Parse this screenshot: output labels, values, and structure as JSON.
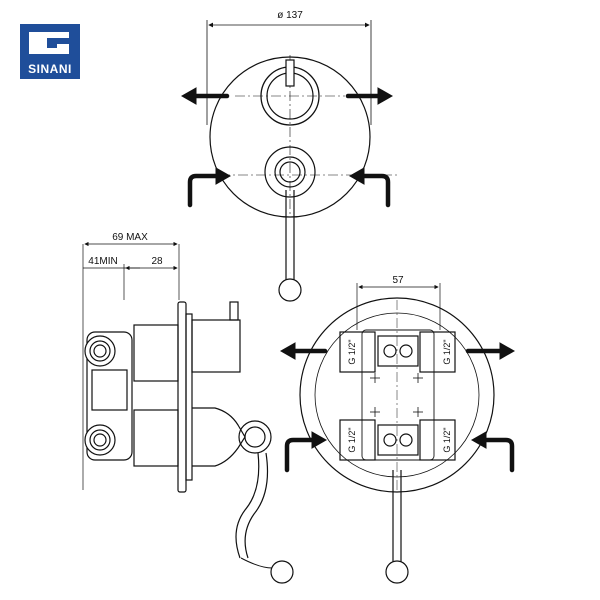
{
  "brand": {
    "name": "SINANI",
    "color": "#1f4e9a"
  },
  "dimensions": {
    "plate_diameter": "ø 137",
    "max_depth": "69 MAX",
    "min_depth": "41MIN",
    "range": "28",
    "connection_spacing": "57"
  },
  "connections": {
    "top_left": "G 1/2\"",
    "top_right": "G 1/2\"",
    "bottom_left": "G 1/2\"",
    "bottom_right": "G 1/2\""
  },
  "views": [
    "front-view",
    "side-view",
    "rear-view"
  ]
}
